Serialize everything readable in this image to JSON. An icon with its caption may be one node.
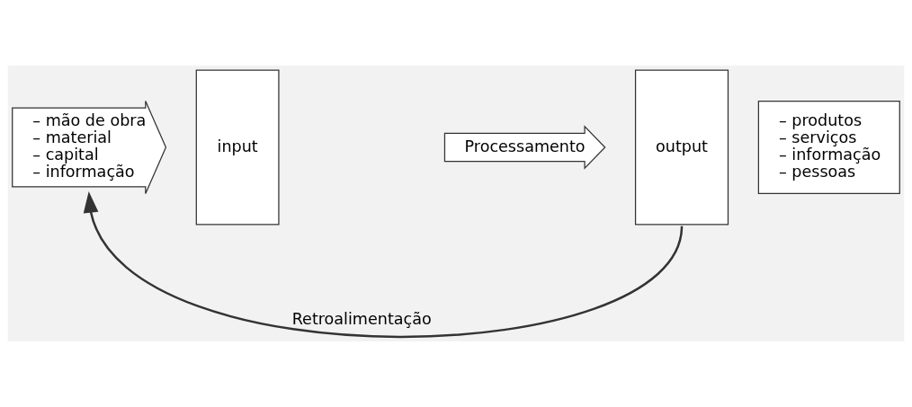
{
  "diagram": {
    "nodes": [
      {
        "text": [
          "– mão de obra",
          "– material",
          "– capital",
          "– informação"
        ]
      },
      {
        "text": [
          "input"
        ]
      },
      {
        "text": [
          "Processamento"
        ]
      },
      {
        "text": [
          "output"
        ]
      },
      {
        "text": [
          "– produtos",
          "– serviços",
          "– informação",
          "– pessoas"
        ]
      }
    ],
    "edges": [
      {
        "from": 3,
        "to": 0,
        "arrow": "to",
        "label": "Retroalimentação"
      }
    ]
  }
}
